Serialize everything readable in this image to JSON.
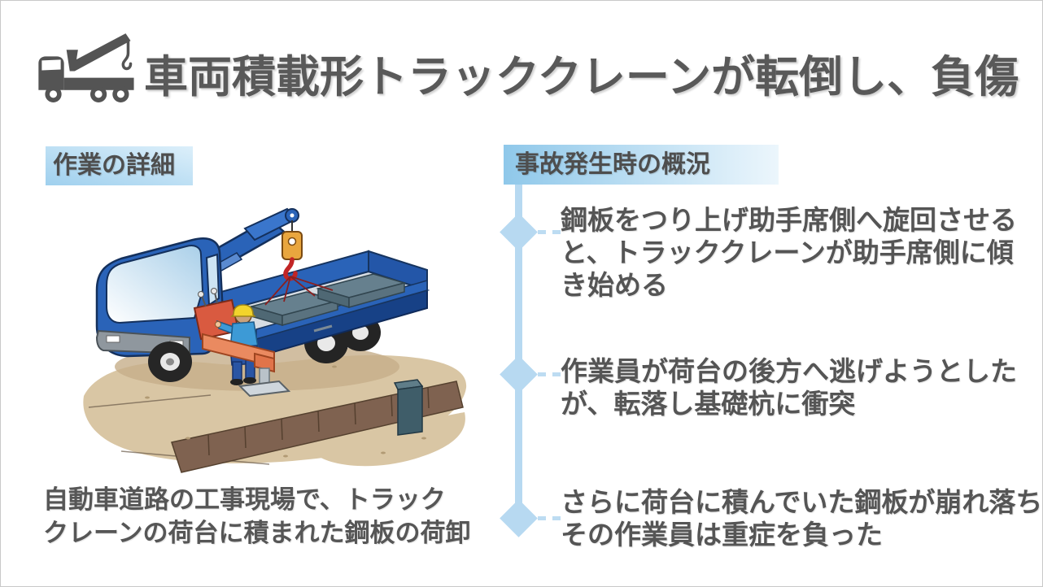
{
  "title": {
    "text": "車両積載形トラッククレーンが転倒し、負傷",
    "icon": "truck-crane-icon"
  },
  "work_detail": {
    "header": "作業の詳細",
    "illustration": "truck-crane-accident-illustration",
    "caption": "自動車道路の工事現場で、トラック\nクレーンの荷台に積まれた鋼板の荷卸"
  },
  "accident_overview": {
    "header": "事故発生時の概況",
    "events": [
      "鋼板をつり上げ助手席側へ旋回させる\nと、トラッククレーンが助手席側に傾\nき始める",
      "作業員が荷台の後方へ逃げようとした\nが、転落し基礎杭に衝突",
      "さらに荷台に積んでいた鋼板が崩れ落ち\nその作業員は重症を負った"
    ]
  },
  "colors": {
    "text_gray": "#595959",
    "timeline_blue": "#b7d9f1",
    "header_gradient_left": "#8fc8ea",
    "header_gradient_right": "#ecf6fc",
    "truck_blue": "#2a63b8",
    "outrigger_orange": "#ea8a60",
    "icon_gray": "#545454"
  }
}
